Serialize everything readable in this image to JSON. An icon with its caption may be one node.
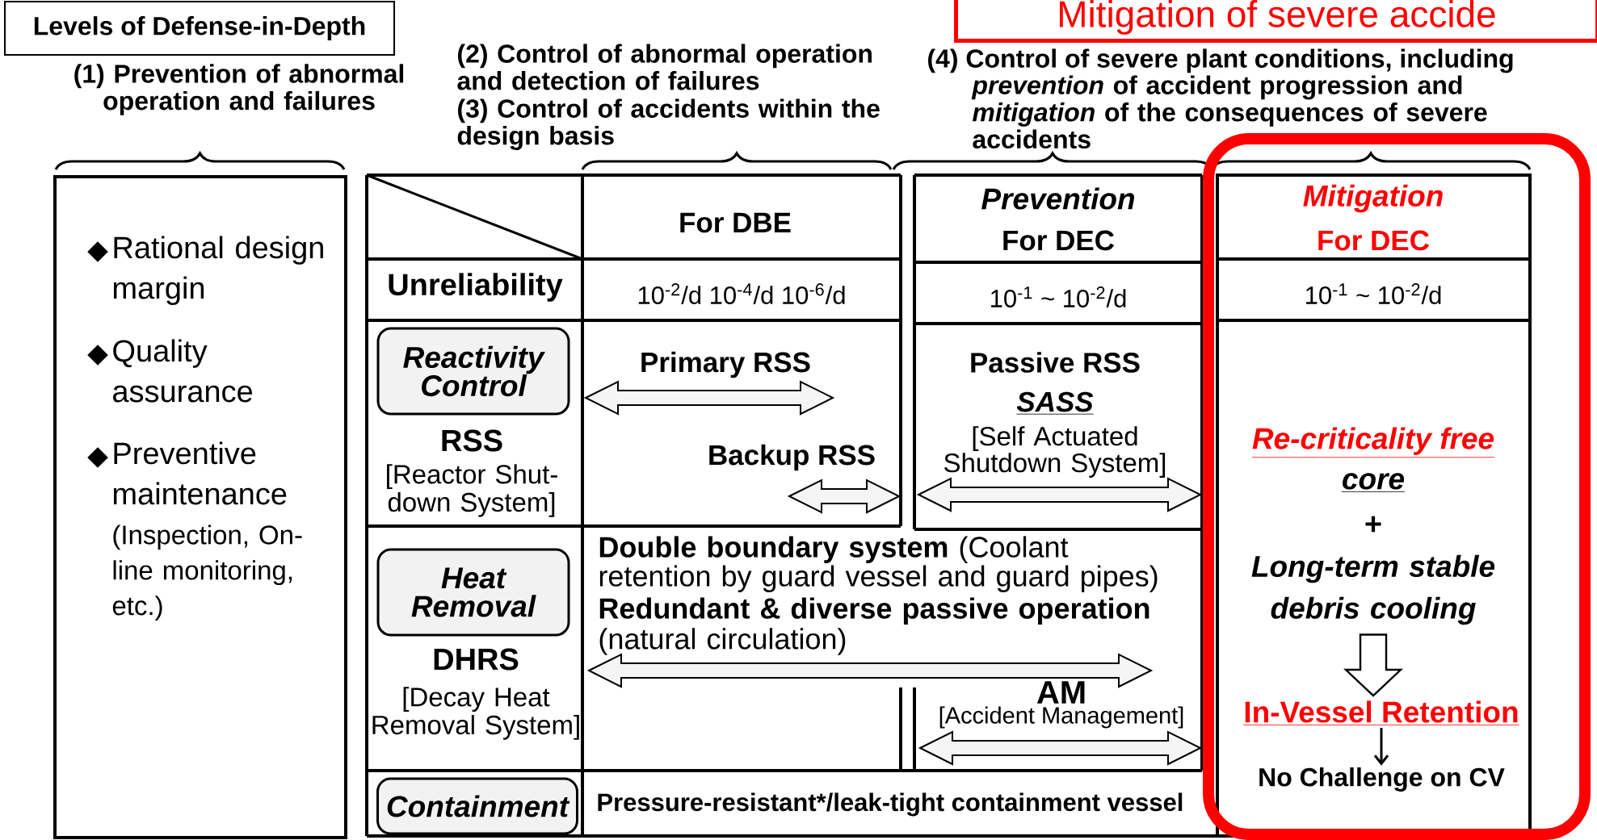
{
  "diagram": {
    "nodes": [
      {
        "text": [
          "Levels of Defense-in-Depth"
        ]
      },
      {
        "text": [
          "Rational design margin",
          "Quality assurance",
          "Preventive maintenance",
          "(Inspection, On-line monitoring, etc.)"
        ]
      },
      {
        "text": [
          "Reactivity Control"
        ]
      },
      {
        "text": [
          "Heat Removal"
        ]
      },
      {
        "text": [
          "Containment"
        ]
      },
      {
        "text": [
          "Mitigation of severe accide"
        ]
      },
      {
        "text": [
          "Re-criticality free",
          "core"
        ]
      },
      {
        "text": [
          "Long-term stable debris cooling"
        ]
      },
      {
        "text": [
          "In-Vessel Retention"
        ]
      },
      {
        "text": [
          "No Challenge on CV"
        ]
      }
    ],
    "edges": [
      {
        "from": 7,
        "to": 8,
        "arrow": "to",
        "style": "thick"
      },
      {
        "from": 8,
        "to": 9,
        "arrow": "to"
      }
    ],
    "labels": [
      "(1) Prevention of abnormal operation and failures",
      "(2) Control of abnormal operation and detection of failures",
      "(3) Control of accidents within the design basis",
      "(4) Control of severe plant conditions, including",
      "*prevention* of accident progression and *mitigation* of the consequences of severe accidents",
      "For DBE",
      "Prevention",
      "For DEC",
      "Mitigation",
      "For DEC",
      "Unreliability",
      "10$^{-2}$/d 10$^{-4}$/d 10$^{-6}$/d",
      "10$^{-1}$ ~ 10$^{-2}$/d",
      "10$^{-1}$ ~ 10$^{-2}$/d",
      "RSS",
      "[Reactor Shut-down System]",
      "Primary RSS",
      "Backup RSS",
      "Passive RSS",
      "SASS",
      "[Self Actuated Shutdown System]",
      "**Double boundary system** (Coolant retention by guard vessel and guard pipes)",
      "**Redundant & diverse passive operation** (natural circulation)",
      "DHRS",
      "[Decay Heat Removal System]",
      "AM",
      "[Accident Management]",
      "Pressure-resistant*/leak-tight containment vessel",
      "+"
    ]
  }
}
